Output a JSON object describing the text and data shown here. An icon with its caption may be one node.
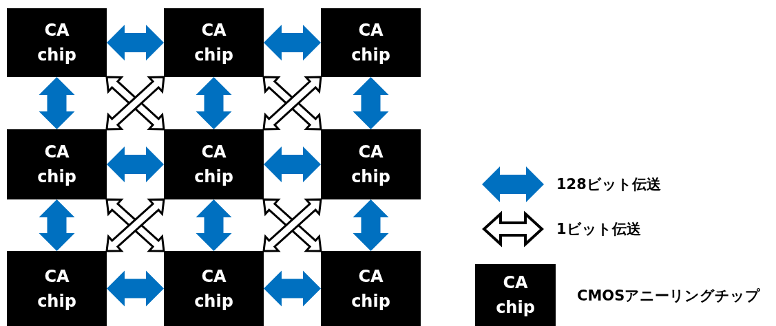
{
  "diagram": {
    "nodes": [
      {
        "text": [
          "CA chip"
        ]
      },
      {
        "text": [
          "CA chip"
        ]
      },
      {
        "text": [
          "CA chip"
        ]
      },
      {
        "text": [
          "CA chip"
        ]
      },
      {
        "text": [
          "CA chip"
        ]
      },
      {
        "text": [
          "CA chip"
        ]
      },
      {
        "text": [
          "CA chip"
        ]
      },
      {
        "text": [
          "CA chip"
        ]
      },
      {
        "text": [
          "CA chip"
        ]
      }
    ],
    "edges": [
      {
        "from": 0,
        "to": 1,
        "arrow": "both"
      },
      {
        "from": 1,
        "to": 2,
        "arrow": "both"
      },
      {
        "from": 0,
        "to": 3,
        "arrow": "both"
      },
      {
        "from": 1,
        "to": 4,
        "arrow": "both"
      },
      {
        "from": 2,
        "to": 5,
        "arrow": "both"
      },
      {
        "from": 0,
        "to": 4,
        "arrow": "both",
        "color": "#ffffff"
      },
      {
        "from": 1,
        "to": 3,
        "arrow": "both",
        "color": "#ffffff"
      },
      {
        "from": 1,
        "to": 5,
        "arrow": "both",
        "color": "#ffffff"
      },
      {
        "from": 2,
        "to": 4,
        "arrow": "both",
        "color": "#ffffff"
      },
      {
        "from": 3,
        "to": 4,
        "arrow": "both"
      },
      {
        "from": 4,
        "to": 5,
        "arrow": "both"
      },
      {
        "from": 3,
        "to": 6,
        "arrow": "both"
      },
      {
        "from": 4,
        "to": 7,
        "arrow": "both"
      },
      {
        "from": 5,
        "to": 8,
        "arrow": "both"
      },
      {
        "from": 3,
        "to": 7,
        "arrow": "both",
        "color": "#ffffff"
      },
      {
        "from": 4,
        "to": 6,
        "arrow": "both",
        "color": "#ffffff"
      },
      {
        "from": 4,
        "to": 8,
        "arrow": "both",
        "color": "#ffffff"
      },
      {
        "from": 5,
        "to": 7,
        "arrow": "both",
        "color": "#ffffff"
      },
      {
        "from": 6,
        "to": 7,
        "arrow": "both"
      },
      {
        "from": 7,
        "to": 8,
        "arrow": "both"
      }
    ],
    "labels": [
      "CA chip"
    ],
    "legend": [
      {
        "text": "128ビット伝送"
      },
      {
        "text": "1ビット伝送"
      },
      {
        "text": "CMOSアニーリングチップ"
      }
    ]
  }
}
